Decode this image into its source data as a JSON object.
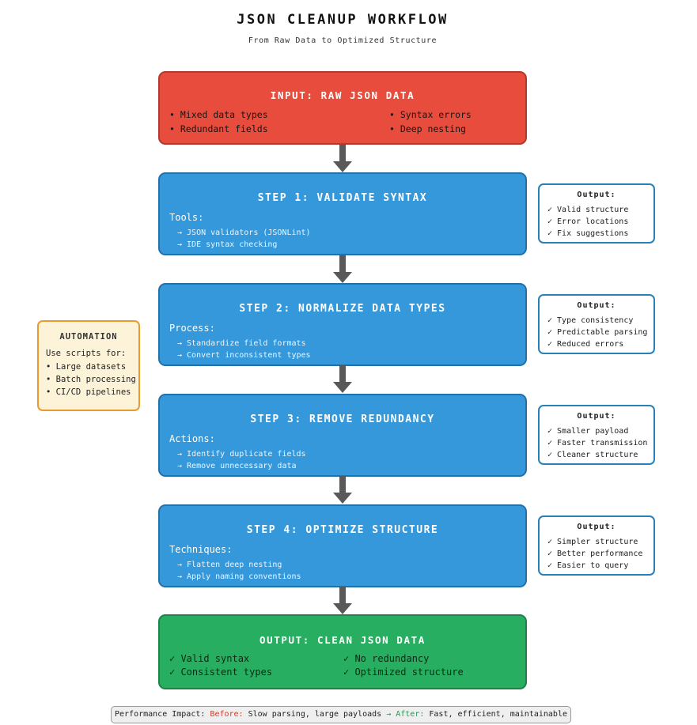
{
  "title": "JSON CLEANUP WORKFLOW",
  "subtitle": "From Raw Data to Optimized Structure",
  "input_box": {
    "title": "INPUT: RAW JSON DATA",
    "items_left": [
      "• Mixed data types",
      "• Redundant fields"
    ],
    "items_right": [
      "• Syntax errors",
      "• Deep nesting"
    ]
  },
  "steps": [
    {
      "title": "STEP 1: VALIDATE SYNTAX",
      "label": "Tools:",
      "items": [
        "→ JSON validators (JSONLint)",
        "→ IDE syntax checking"
      ],
      "output": {
        "title": "Output:",
        "items": [
          "✓ Valid structure",
          "✓ Error locations",
          "✓ Fix suggestions"
        ]
      }
    },
    {
      "title": "STEP 2: NORMALIZE DATA TYPES",
      "label": "Process:",
      "items": [
        "→ Standardize field formats",
        "→ Convert inconsistent types"
      ],
      "output": {
        "title": "Output:",
        "items": [
          "✓ Type consistency",
          "✓ Predictable parsing",
          "✓ Reduced errors"
        ]
      }
    },
    {
      "title": "STEP 3: REMOVE REDUNDANCY",
      "label": "Actions:",
      "items": [
        "→ Identify duplicate fields",
        "→ Remove unnecessary data"
      ],
      "output": {
        "title": "Output:",
        "items": [
          "✓ Smaller payload",
          "✓ Faster transmission",
          "✓ Cleaner structure"
        ]
      }
    },
    {
      "title": "STEP 4: OPTIMIZE STRUCTURE",
      "label": "Techniques:",
      "items": [
        "→ Flatten deep nesting",
        "→ Apply naming conventions"
      ],
      "output": {
        "title": "Output:",
        "items": [
          "✓ Simpler structure",
          "✓ Better performance",
          "✓ Easier to query"
        ]
      }
    }
  ],
  "automation": {
    "title": "AUTOMATION",
    "intro": "Use scripts for:",
    "items": [
      "• Large datasets",
      "• Batch processing",
      "• CI/CD pipelines"
    ]
  },
  "final_box": {
    "title": "OUTPUT: CLEAN JSON DATA",
    "items_left": [
      "✓ Valid syntax",
      "✓ Consistent types"
    ],
    "items_right": [
      "✓ No redundancy",
      "✓ Optimized structure"
    ]
  },
  "footer": {
    "impact_label": "Performance Impact: ",
    "before_label": "Before:",
    "before_text": " Slow parsing, large payloads ",
    "arrow": "→ ",
    "after_label": "After:",
    "after_text": " Fast, efficient, maintainable"
  },
  "colors": {
    "input_red": "#e74c3c",
    "step_blue": "#3498db",
    "output_green": "#27ae60",
    "automation_orange": "#eb9b2d",
    "arrow_gray": "#595959",
    "before_red": "#d43a2a",
    "after_green": "#1e9e50"
  }
}
